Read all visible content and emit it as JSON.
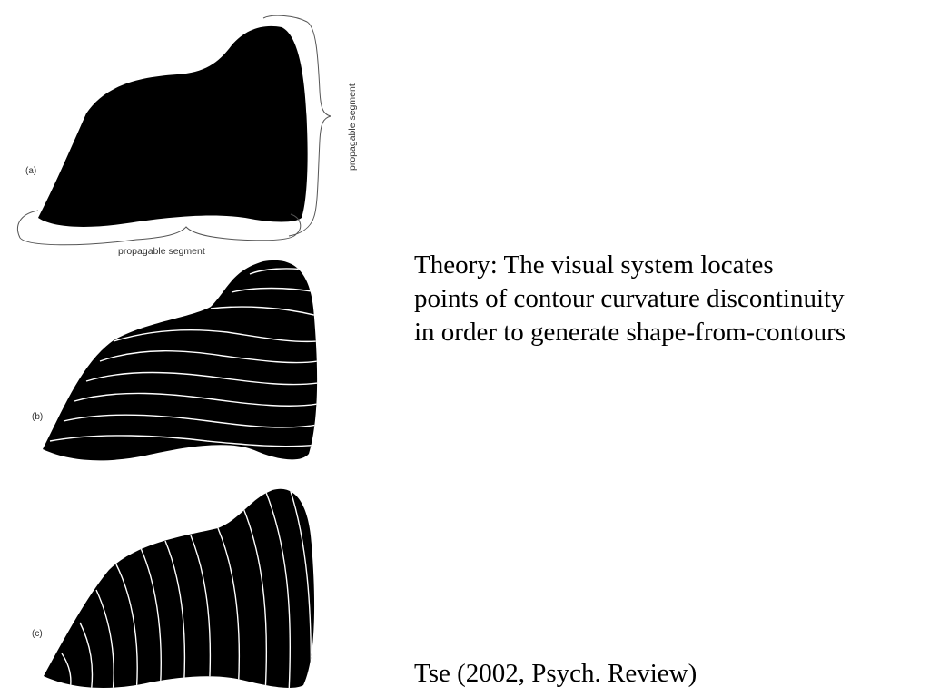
{
  "figure": {
    "panel_a": {
      "label": "(a)",
      "bottom_brace_label": "propagable segment",
      "right_brace_label": "propagable segment"
    },
    "panel_b": {
      "label": "(b)"
    },
    "panel_c": {
      "label": "(c)"
    }
  },
  "theory": {
    "lines": [
      "Theory: The visual system locates",
      "points of contour curvature discontinuity",
      "in order to generate shape-from-contours"
    ]
  },
  "citation": "Tse (2002, Psych. Review)"
}
